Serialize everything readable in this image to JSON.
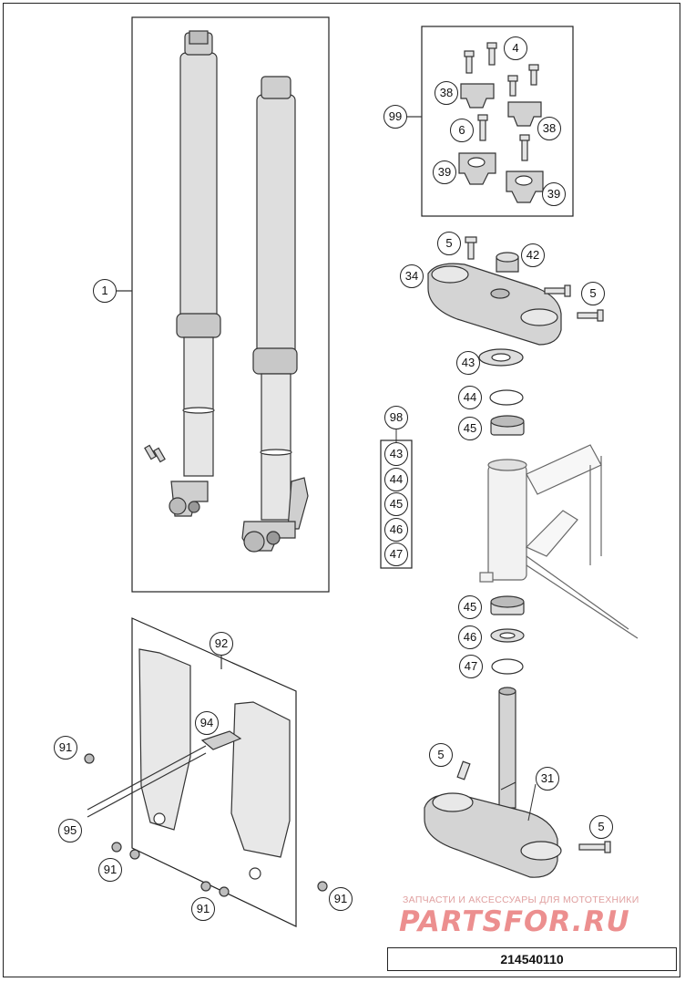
{
  "diagram": {
    "callouts": {
      "c1": "1",
      "c4": "4",
      "c38a": "38",
      "c99": "99",
      "c6": "6",
      "c38b": "38",
      "c39a": "39",
      "c39b": "39",
      "c5a": "5",
      "c42": "42",
      "c34": "34",
      "c5b": "5",
      "c43": "43",
      "c44": "44",
      "c45": "45",
      "c98": "98",
      "k43": "43",
      "k44": "44",
      "k45": "45",
      "k46": "46",
      "k47": "47",
      "c45b": "45",
      "c46": "46",
      "c47": "47",
      "c92": "92",
      "c94": "94",
      "c91a": "91",
      "c95": "95",
      "c91b": "91",
      "c91c": "91",
      "c91d": "91",
      "c5c": "5",
      "c31": "31",
      "c5d": "5"
    },
    "watermark": {
      "tagline": "ЗАПЧАСТИ И АКСЕССУАРЫ ДЛЯ МОТОТЕХНИКИ",
      "brand": "PARTSFOR.RU"
    },
    "drawing_number": "214540110"
  }
}
